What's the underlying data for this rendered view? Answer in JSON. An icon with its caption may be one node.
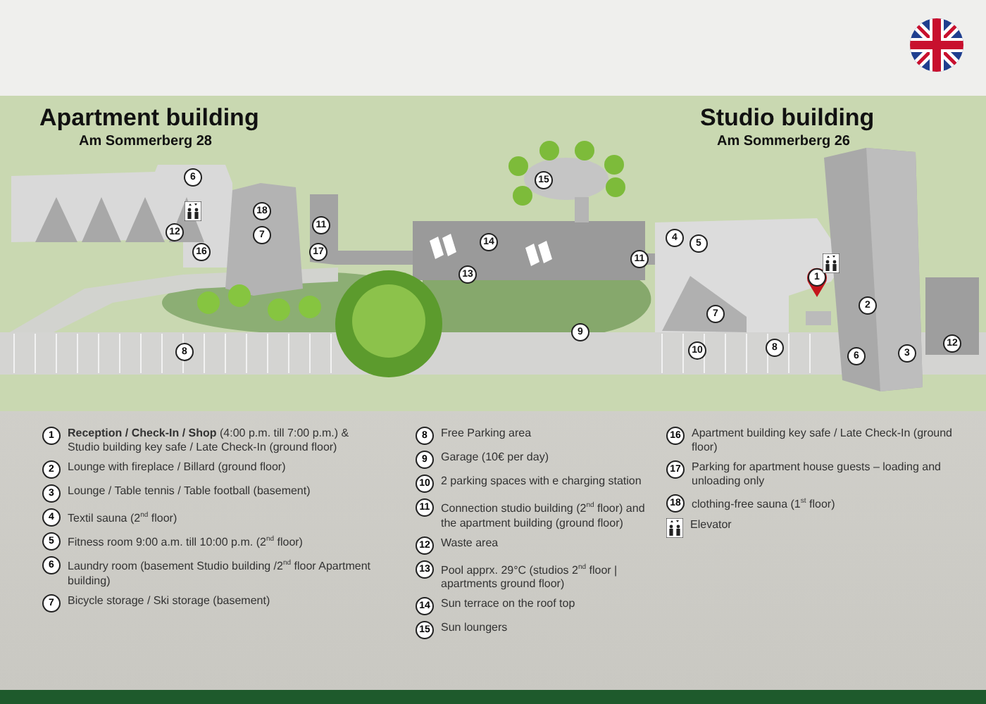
{
  "diagram": {
    "labels": [
      "Apartment building",
      "Am Sommerberg 28",
      "Studio building",
      "Am Sommerberg 26",
      "6",
      "12",
      "16",
      "18",
      "7",
      "11",
      "17",
      "8",
      "15",
      "14",
      "13",
      "11",
      "9",
      "4",
      "5",
      "1",
      "7",
      "2",
      "10",
      "8",
      "6",
      "3",
      "12",
      "1",
      "**Reception / Check-In / Shop** (4:00 p.m. till 7:00 p.m.) & Studio building key safe / Late Check-In (ground floor)",
      "2",
      "Lounge with fireplace / Billard (ground floor)",
      "3",
      "Lounge / Table tennis / Table football (basement)",
      "4",
      "Textil sauna (2$^{nd}$ floor)",
      "5",
      "Fitness room 9:00 a.m. till 10:00 p.m. (2$^{nd}$ floor)",
      "6",
      "Laundry room (basement Studio building /2$^{nd}$ floor Apartment building)",
      "7",
      "Bicycle storage / Ski storage (basement)",
      "8",
      "Free Parking area",
      "9",
      "Garage (10€ per day)",
      "10",
      "2 parking spaces with e charging station",
      "11",
      "Connection studio building (2$^{nd}$ floor) and the apartment building (ground floor)",
      "12",
      "Waste area",
      "13",
      "Pool apprx. 29°C (studios 2$^{nd}$ floor | apartments ground floor)",
      "14",
      "Sun terrace on the roof top",
      "15",
      "Sun loungers",
      "16",
      "Apartment building key safe / Late Check-In (ground floor)",
      "17",
      "Parking for apartment house guests – loading and unloading only",
      "18",
      "clothing-free sauna (1$^{st}$ floor)",
      "Elevator"
    ]
  }
}
